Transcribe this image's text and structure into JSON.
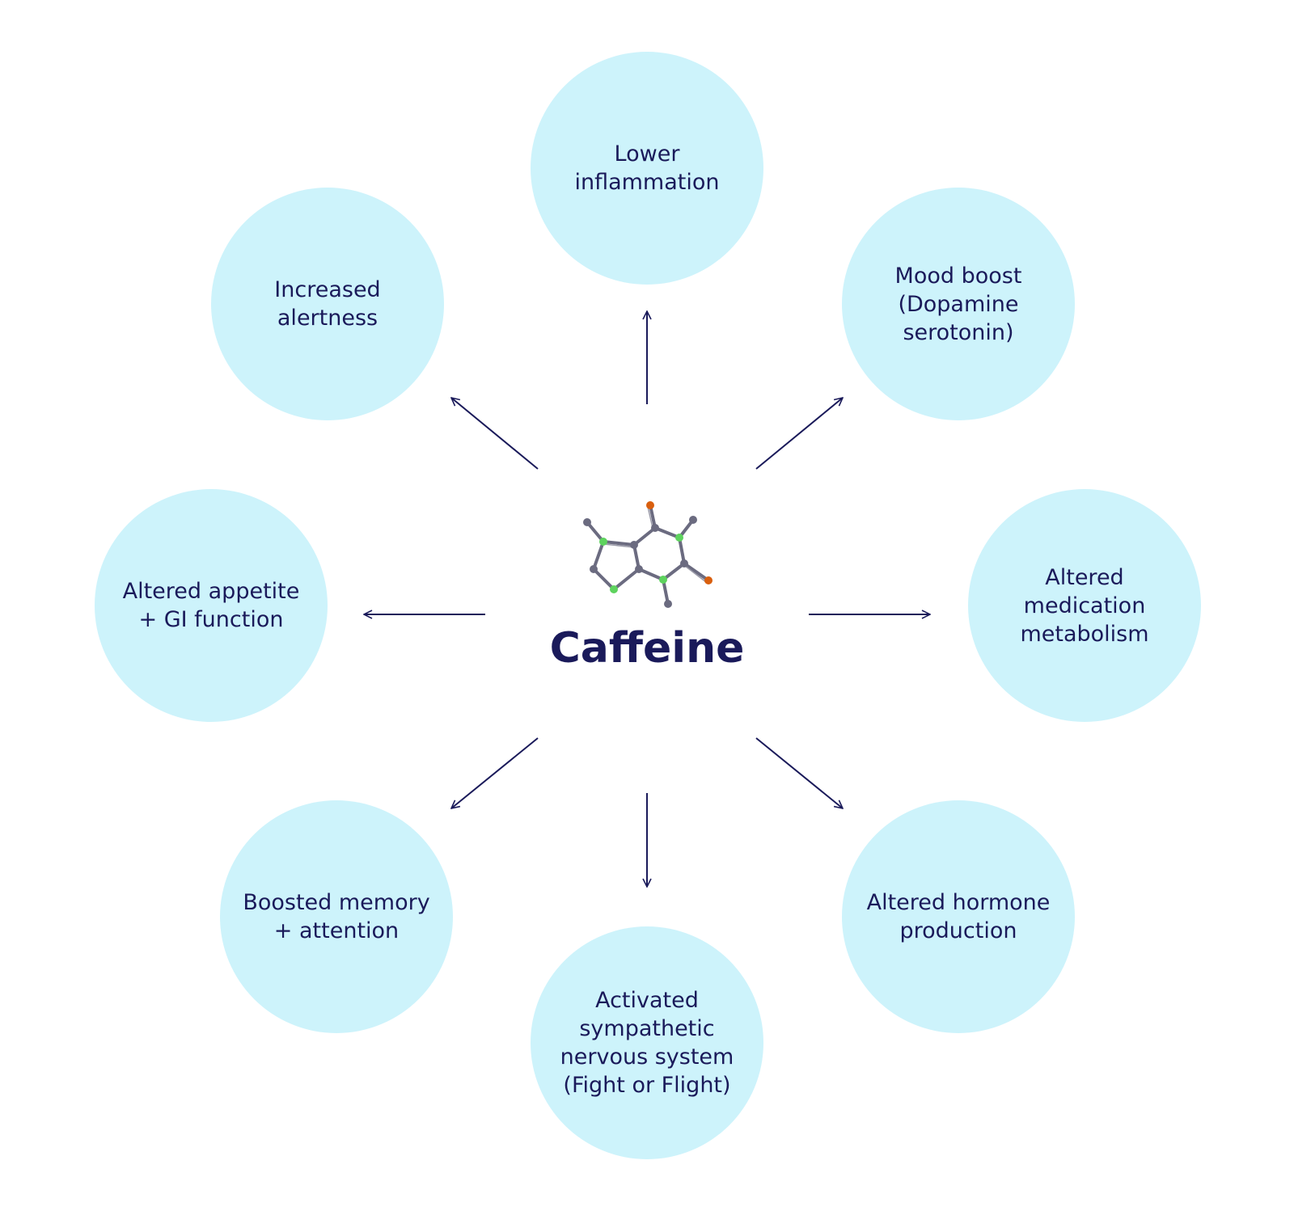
{
  "center": {
    "title": "Caffeine"
  },
  "effects": [
    {
      "id": "lower-inflammation",
      "lines": [
        "Lower",
        "inflammation"
      ]
    },
    {
      "id": "mood-boost",
      "lines": [
        "Mood boost",
        "(Dopamine",
        "serotonin)"
      ]
    },
    {
      "id": "altered-medication-metabolism",
      "lines": [
        "Altered",
        "medication",
        "metabolism"
      ]
    },
    {
      "id": "altered-hormone-production",
      "lines": [
        "Altered hormone",
        "production"
      ]
    },
    {
      "id": "activated-sympathetic-nervous-system",
      "lines": [
        "Activated",
        "sympathetic",
        "nervous system",
        "(Fight or Flight)"
      ]
    },
    {
      "id": "boosted-memory-attention",
      "lines": [
        "Boosted memory",
        "+ attention"
      ]
    },
    {
      "id": "altered-appetite-gi-function",
      "lines": [
        "Altered appetite",
        "+ GI function"
      ]
    },
    {
      "id": "increased-alertness",
      "lines": [
        "Increased",
        "alertness"
      ]
    }
  ],
  "colors": {
    "circle_fill": "#cdf3fb",
    "text": "#1a1a5a",
    "arrow": "#1a1a5a",
    "atom_carbon": "#6b6b80",
    "atom_nitrogen": "#5ed35e",
    "atom_oxygen": "#d95f0e"
  },
  "icons": {
    "molecule": "caffeine-molecule-icon"
  }
}
